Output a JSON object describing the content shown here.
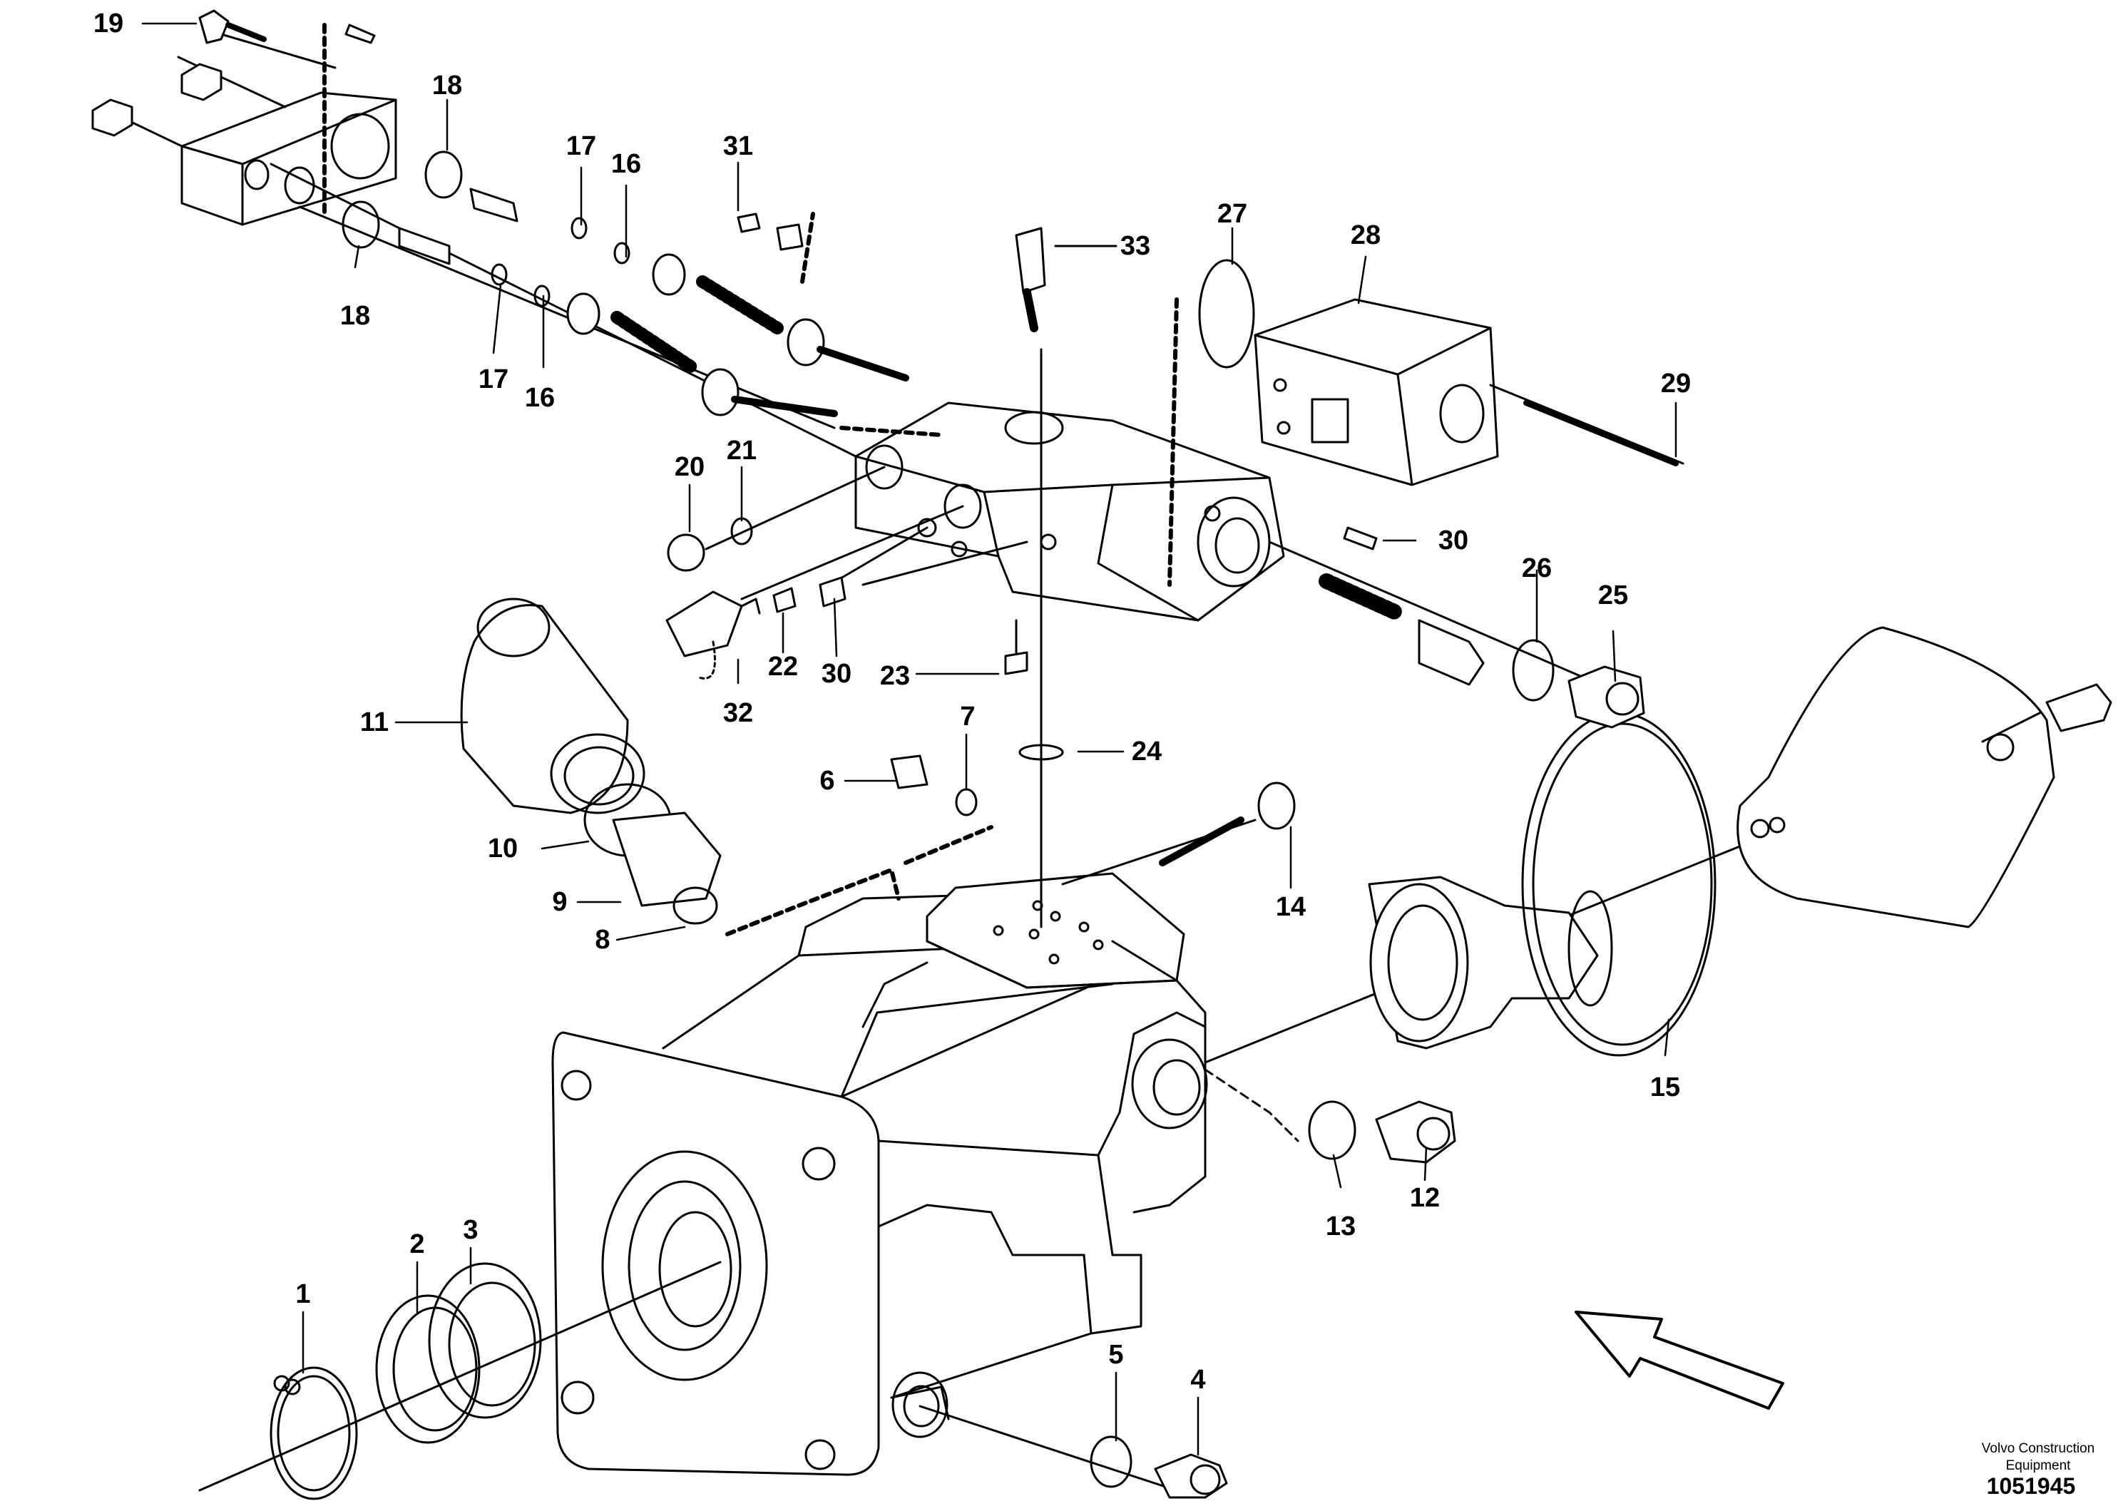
{
  "callouts": [
    "1",
    "2",
    "3",
    "4",
    "5",
    "6",
    "7",
    "8",
    "9",
    "10",
    "11",
    "12",
    "13",
    "14",
    "15",
    "16",
    "16",
    "17",
    "17",
    "18",
    "18",
    "19",
    "20",
    "21",
    "22",
    "23",
    "24",
    "25",
    "26",
    "27",
    "28",
    "29",
    "30",
    "30",
    "31",
    "32",
    "33"
  ],
  "footer": {
    "brand_line1": "Volvo Construction",
    "brand_line2": "Equipment",
    "part_number": "1051945"
  },
  "colors": {
    "ink": "#000000",
    "paper": "#ffffff"
  }
}
